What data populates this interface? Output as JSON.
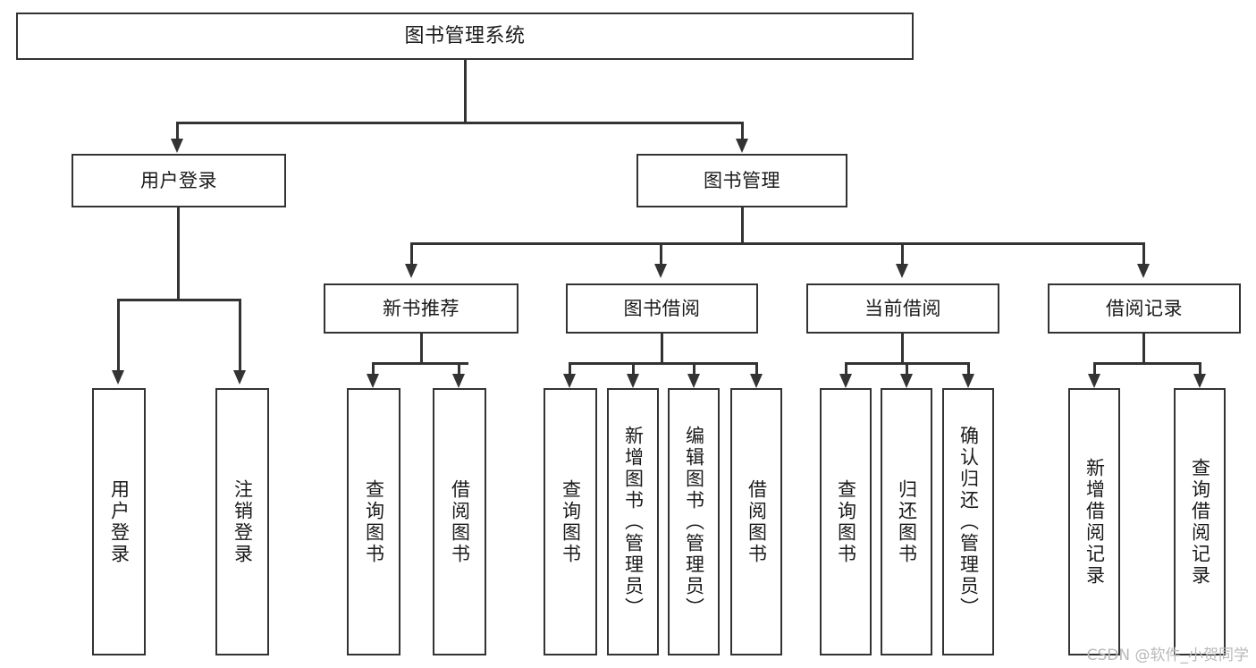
{
  "diagram": {
    "title": "图书管理系统",
    "type": "hierarchy-tree",
    "watermark": "CSDN @软件_小贺同学",
    "colors": {
      "stroke": "#333333",
      "fill": "#ffffff",
      "text": "#1a1a1a",
      "watermark": "#b9b9b9"
    },
    "nodes": {
      "root": {
        "label": "图书管理系统",
        "level": 1
      },
      "level2": [
        {
          "id": "user-login",
          "label": "用户登录"
        },
        {
          "id": "book-management",
          "label": "图书管理"
        }
      ],
      "level3": [
        {
          "id": "new-book-recommend",
          "label": "新书推荐",
          "parent": "book-management"
        },
        {
          "id": "book-borrow",
          "label": "图书借阅",
          "parent": "book-management"
        },
        {
          "id": "current-borrow",
          "label": "当前借阅",
          "parent": "book-management"
        },
        {
          "id": "borrow-record",
          "label": "借阅记录",
          "parent": "book-management"
        }
      ],
      "leaves": {
        "user_login": [
          {
            "id": "leaf-user-login",
            "label": "用户登录"
          },
          {
            "id": "leaf-logout",
            "label": "注销登录"
          }
        ],
        "new_book_recommend": [
          {
            "id": "leaf-query-book-1",
            "label": "查询图书"
          },
          {
            "id": "leaf-borrow-book-1",
            "label": "借阅图书"
          }
        ],
        "book_borrow": [
          {
            "id": "leaf-query-book-2",
            "label": "查询图书"
          },
          {
            "id": "leaf-add-book",
            "label": "新增图书（管理员）"
          },
          {
            "id": "leaf-edit-book",
            "label": "编辑图书（管理员）"
          },
          {
            "id": "leaf-borrow-book-2",
            "label": "借阅图书"
          }
        ],
        "current_borrow": [
          {
            "id": "leaf-query-book-3",
            "label": "查询图书"
          },
          {
            "id": "leaf-return-book",
            "label": "归还图书"
          },
          {
            "id": "leaf-confirm-return",
            "label": "确认归还（管理员）"
          }
        ],
        "borrow_record": [
          {
            "id": "leaf-add-record",
            "label": "新增借阅记录"
          },
          {
            "id": "leaf-query-record",
            "label": "查询借阅记录"
          }
        ]
      }
    }
  }
}
